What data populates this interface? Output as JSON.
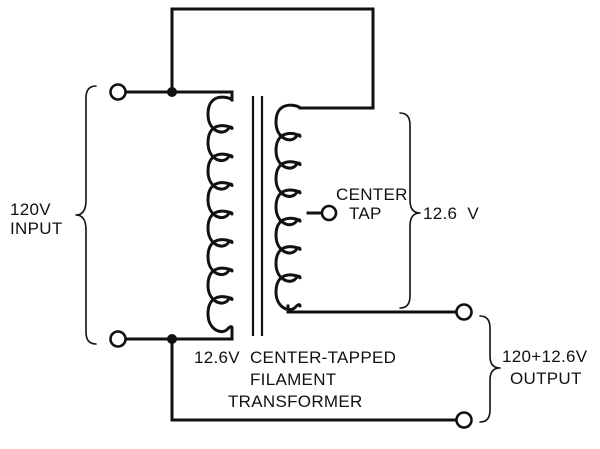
{
  "labels": {
    "input_line1": "120V",
    "input_line2": "INPUT",
    "center_tap_line1": "CENTER",
    "center_tap_line2": "TAP",
    "secondary_voltage": "12.6  V",
    "transformer_line1": "12.6V  CENTER-TAPPED",
    "transformer_line2": "FILAMENT",
    "transformer_line3": "TRANSFORMER",
    "output_line1": "120+12.6V",
    "output_line2": "OUTPUT"
  },
  "colors": {
    "ink": "#111111",
    "background": "#ffffff"
  }
}
